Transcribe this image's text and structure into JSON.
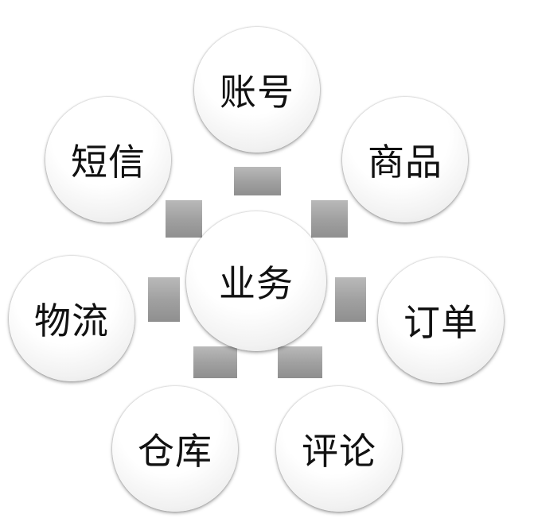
{
  "center": {
    "label": "业务"
  },
  "nodes": [
    {
      "id": "account",
      "label": "账号"
    },
    {
      "id": "product",
      "label": "商品"
    },
    {
      "id": "order",
      "label": "订单"
    },
    {
      "id": "review",
      "label": "评论"
    },
    {
      "id": "warehouse",
      "label": "仓库"
    },
    {
      "id": "logistics",
      "label": "物流"
    },
    {
      "id": "sms",
      "label": "短信"
    }
  ],
  "colors": {
    "connector": "#a1a1a1",
    "node_text": "#111111",
    "background": "#ffffff"
  }
}
